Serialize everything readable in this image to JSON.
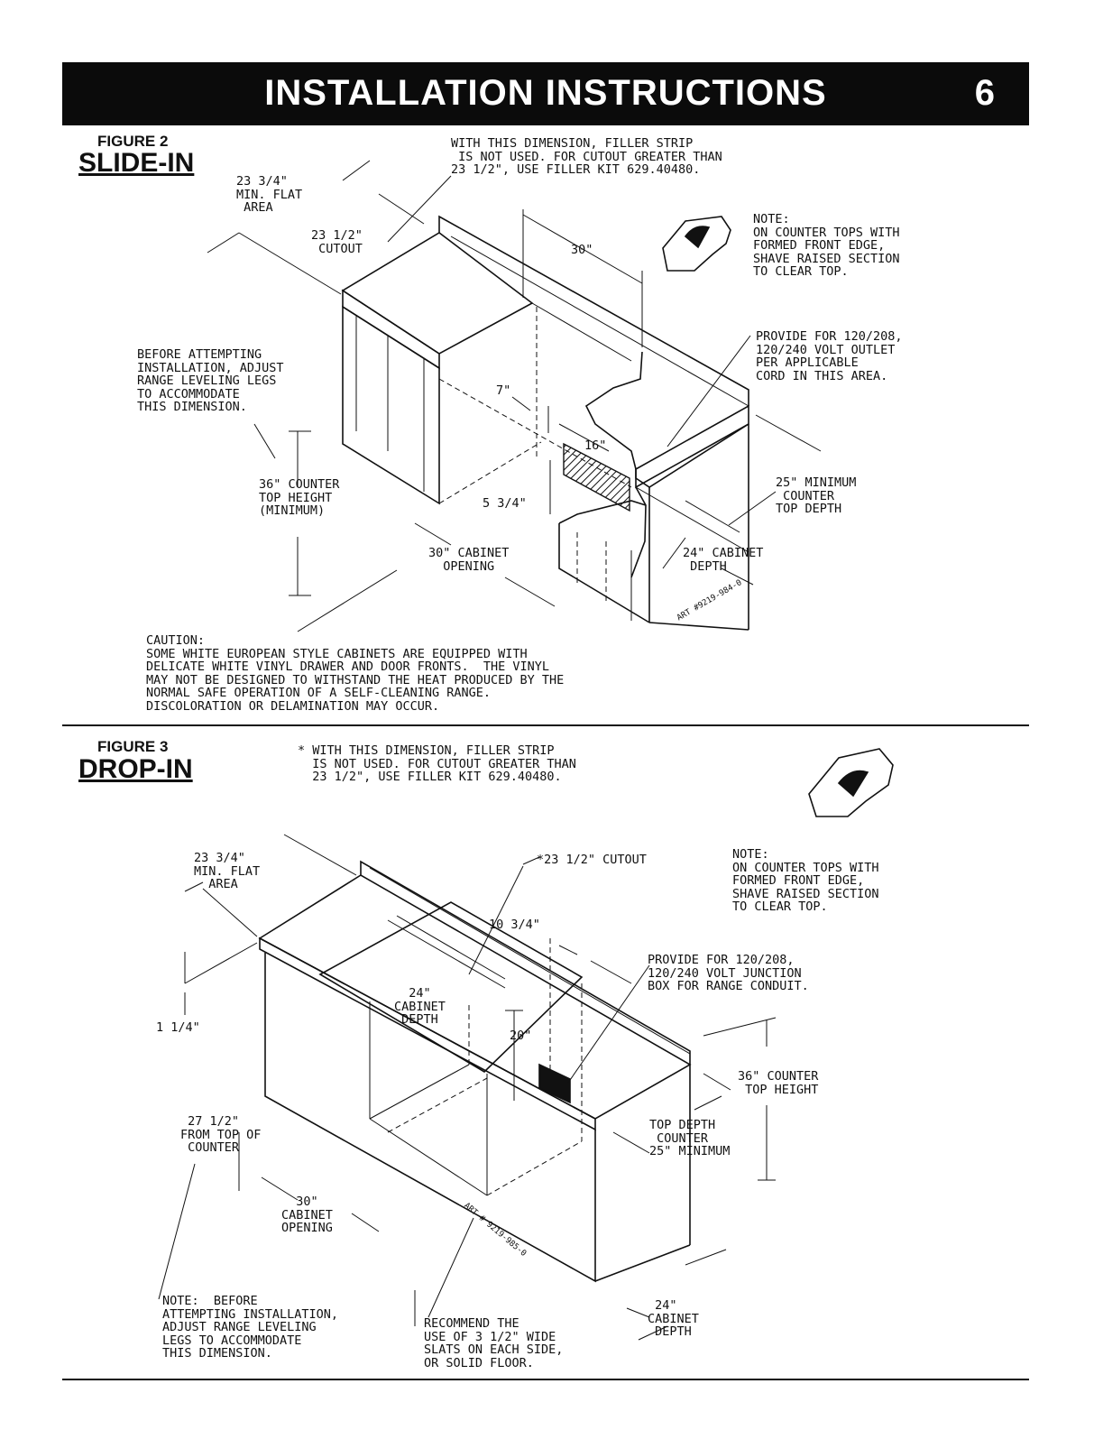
{
  "header": {
    "title": "INSTALLATION INSTRUCTIONS",
    "page": "6"
  },
  "fig2": {
    "number": "FIGURE 2",
    "name": "SLIDE-IN",
    "filler_note": "WITH THIS DIMENSION, FILLER STRIP\n IS NOT USED. FOR CUTOUT GREATER THAN\n23 1/2\", USE FILLER KIT 629.40480.",
    "min_flat": "23 3/4\"\nMIN. FLAT\n AREA",
    "cutout": "23 1/2\"\n CUTOUT",
    "width_30": "30\"",
    "note_counter": "NOTE:\nON COUNTER TOPS WITH\nFORMED FRONT EDGE,\nSHAVE RAISED SECTION\nTO CLEAR TOP.",
    "provide_outlet": "PROVIDE FOR 120/208,\n120/240 VOLT OUTLET\nPER APPLICABLE\nCORD IN THIS AREA.",
    "before_attempting": "BEFORE ATTEMPTING\nINSTALLATION, ADJUST\nRANGE LEVELING LEGS\nTO ACCOMMODATE\nTHIS DIMENSION.",
    "dim_7": "7\"",
    "dim_16": "16\"",
    "dim_5_34": "5 3/4\"",
    "counter_height": "36\" COUNTER\nTOP HEIGHT\n(MINIMUM)",
    "min_depth": "25\" MINIMUM\n COUNTER\nTOP DEPTH",
    "cab_opening": "30\" CABINET\n  OPENING",
    "cab_depth": "24\" CABINET\n DEPTH",
    "art": "ART #9219-984-0",
    "caution": "CAUTION:\nSOME WHITE EUROPEAN STYLE CABINETS ARE EQUIPPED WITH\nDELICATE WHITE VINYL DRAWER AND DOOR FRONTS.  THE VINYL\nMAY NOT BE DESIGNED TO WITHSTAND THE HEAT PRODUCED BY THE\nNORMAL SAFE OPERATION OF A SELF-CLEANING RANGE.\nDISCOLORATION OR DELAMINATION MAY OCCUR."
  },
  "fig3": {
    "number": "FIGURE 3",
    "name": "DROP-IN",
    "filler_note": "* WITH THIS DIMENSION, FILLER STRIP\n  IS NOT USED. FOR CUTOUT GREATER THAN\n  23 1/2\", USE FILLER KIT 629.40480.",
    "min_flat": "23 3/4\"\nMIN. FLAT\n  AREA",
    "cutout": "*23 1/2\" CUTOUT",
    "note_counter": "NOTE:\nON COUNTER TOPS WITH\nFORMED FRONT EDGE,\nSHAVE RAISED SECTION\nTO CLEAR TOP.",
    "dim_10_34": "10 3/4\"",
    "provide_box": "PROVIDE FOR 120/208,\n120/240 VOLT JUNCTION\nBOX FOR RANGE CONDUIT.",
    "cab_depth_inner": "24\"\nCABINET\nDEPTH",
    "dim_1_14": "1 1/4\"",
    "dim_20": "20\"",
    "counter_height": "36\" COUNTER\n TOP HEIGHT",
    "from_top": " 27 1/2\"\nFROM TOP OF\n COUNTER",
    "top_depth": "TOP DEPTH\n COUNTER\n25\" MINIMUM",
    "cab_opening": "30\"\nCABINET\nOPENING",
    "art": "ART # 9219-985-0",
    "cab_depth_outer": " 24\"\nCABINET\n DEPTH",
    "note_before": "NOTE:  BEFORE\nATTEMPTING INSTALLATION,\nADJUST RANGE LEVELING\nLEGS TO ACCOMMODATE\nTHIS DIMENSION.",
    "recommend": "RECOMMEND THE\nUSE OF 3 1/2\" WIDE\nSLATS ON EACH SIDE,\nOR SOLID FLOOR."
  }
}
